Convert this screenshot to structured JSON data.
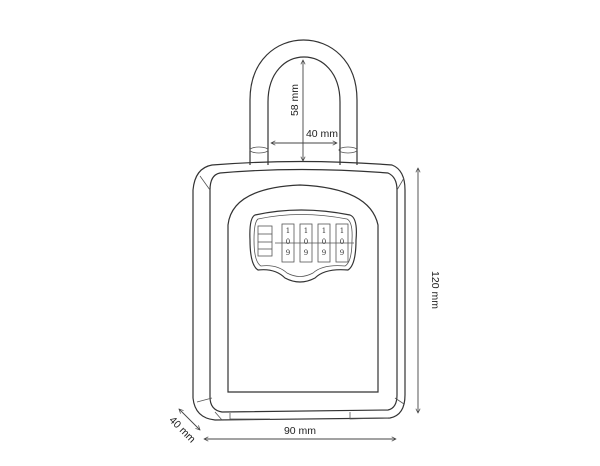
{
  "dimensions": {
    "shackle_height": "58 mm",
    "shackle_width": "40 mm",
    "body_height": "120 mm",
    "body_width": "90 mm",
    "body_depth": "40 mm"
  },
  "dials": [
    "1",
    "0",
    "9"
  ],
  "line_color": "#333333"
}
